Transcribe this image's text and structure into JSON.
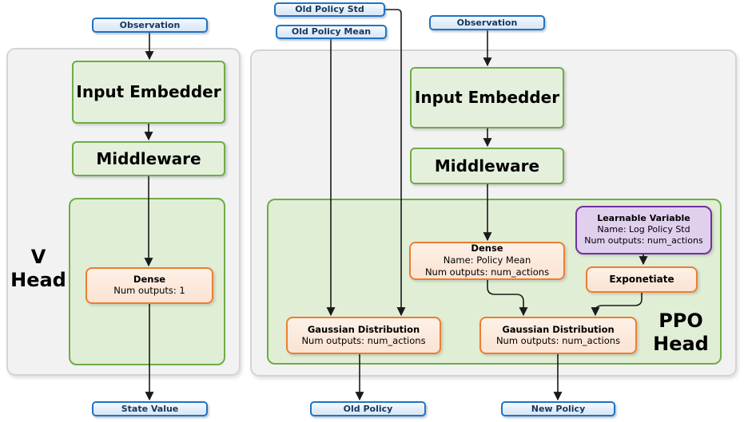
{
  "colors": {
    "blue_border": "#1E74C4",
    "blue_fill": "#DCE9F7",
    "blue_text": "#17375E",
    "green_border": "#6FAC46",
    "green_fill": "#E4F0DC",
    "green_panel_fill": "#E0EED6",
    "orange_border": "#ED7D31",
    "orange_fill": "#FBE5D6",
    "purple_border": "#7030A0",
    "purple_fill": "#E0D0EE",
    "panel_fill": "#F2F2F2",
    "panel_border": "#D4D4D4",
    "wire": "#1A1A1A"
  },
  "v_head": {
    "title_line1": "V",
    "title_line2": "Head",
    "observation": "Observation",
    "input_embedder": "Input Embedder",
    "middleware": "Middleware",
    "dense_title": "Dense",
    "dense_outputs": "Num outputs: 1",
    "state_value": "State Value"
  },
  "ppo_head": {
    "title_line1": "PPO",
    "title_line2": "Head",
    "old_policy_std": "Old Policy Std",
    "old_policy_mean": "Old Policy Mean",
    "observation": "Observation",
    "input_embedder": "Input Embedder",
    "middleware": "Middleware",
    "dense_title": "Dense",
    "dense_name": "Name: Policy Mean",
    "dense_outputs": "Num outputs: num_actions",
    "learnable_title": "Learnable Variable",
    "learnable_name": "Name: Log Policy Std",
    "learnable_outputs": "Num outputs: num_actions",
    "exponetiate": "Exponetiate",
    "gaussian_old_title": "Gaussian Distribution",
    "gaussian_old_outputs": "Num outputs: num_actions",
    "gaussian_new_title": "Gaussian Distribution",
    "gaussian_new_outputs": "Num outputs: num_actions",
    "old_policy": "Old Policy",
    "new_policy": "New Policy"
  }
}
